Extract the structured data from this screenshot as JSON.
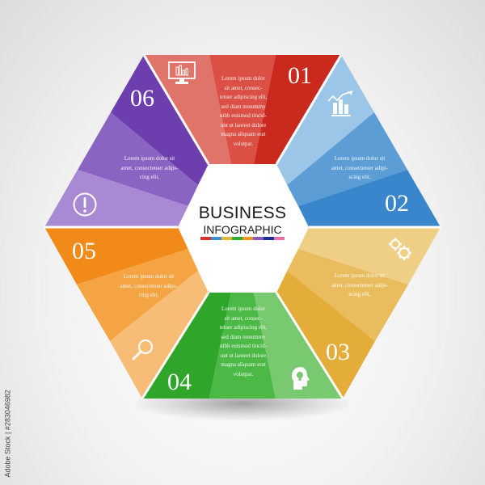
{
  "title": {
    "main": "BUSINESS",
    "sub": "INFOGRAPHIC"
  },
  "colorbar": [
    "#d9312b",
    "#3a8fd6",
    "#e8b53c",
    "#2fae2f",
    "#f7941d",
    "#8a57c0",
    "#1a2ea0",
    "#e472a8"
  ],
  "panels": [
    {
      "number": "01",
      "position": "top",
      "icon": "monitor-chart-icon",
      "text": "Lorem ipsum dolor\nsit amet, consec-\ntetuer adipiscing elit,\nsed diam nonummy\nnibh euismod tincid-\nunt ut laoreet dolore\nmagna aliquam erat\nvolutpat.",
      "colors": [
        "#e0746a",
        "#db4f44",
        "#c92a1d"
      ]
    },
    {
      "number": "02",
      "position": "top-right",
      "icon": "growth-chart-icon",
      "text": "Lorem ipsum dolor sit\namet, consectetuer adipi-\nscing elit,",
      "colors": [
        "#9cc6e8",
        "#5c9dd6",
        "#3a86cc"
      ]
    },
    {
      "number": "03",
      "position": "bottom-right",
      "icon": "gears-icon",
      "text": "Lorem ipsum dolor sit\namet, consectetuer adipi-\nscing elit,",
      "colors": [
        "#efcf85",
        "#e9bd5e",
        "#e4ad3a"
      ]
    },
    {
      "number": "04",
      "position": "bottom",
      "icon": "head-lightbulb-icon",
      "text": "Lorem ipsum dolor\nsit amet, consec-\ntetuer adipiscing elit,\nsed diam nonummy\nnibh euismod tincid-\nunt ut laoreet dolore\nmagna aliquam erat\nvolutpat.",
      "colors": [
        "#2fa62a",
        "#4cb947",
        "#78c96f"
      ]
    },
    {
      "number": "05",
      "position": "bottom-left",
      "icon": "magnifier-icon",
      "text": "Lorem ipsum dolor sit\namet, consectetuer adips-\ncing elit,",
      "colors": [
        "#f28a1a",
        "#f5a444",
        "#f7bc75"
      ]
    },
    {
      "number": "06",
      "position": "top-left",
      "icon": "exclamation-circle-icon",
      "text": "Lorem ipsum dolor sit\namet, consectetuer adips-\ncing elit,",
      "colors": [
        "#6d3fae",
        "#8a64c3",
        "#a88ad4"
      ]
    }
  ],
  "watermark": "Adobe Stock | #283046982"
}
